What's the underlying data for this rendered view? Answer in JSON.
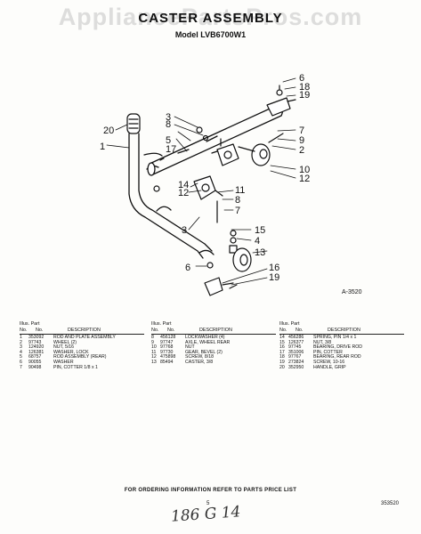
{
  "watermark": "AppliancePartsPros.com",
  "title": "CASTER ASSEMBLY",
  "model": "Model LVB6700W1",
  "drawing_id": "A-3520",
  "callouts": [
    "1",
    "2",
    "3",
    "4",
    "5",
    "6",
    "7",
    "8",
    "9",
    "10",
    "11",
    "12",
    "13",
    "14",
    "15",
    "16",
    "17",
    "18",
    "19",
    "20"
  ],
  "table": {
    "hdr1": "Illus. Part",
    "hdr_no": "No.",
    "hdr_part": "No.",
    "hdr_desc": "DESCRIPTION",
    "columns": [
      [
        {
          "no": "1",
          "part": "353092",
          "desc": "ROD AND PLATE ASSEMBLY"
        },
        {
          "no": "2",
          "part": "97743",
          "desc": "WHEEL (2)"
        },
        {
          "no": "3",
          "part": "124920",
          "desc": "NUT, 5/16"
        },
        {
          "no": "4",
          "part": "126381",
          "desc": "WASHER, LOCK"
        },
        {
          "no": "5",
          "part": "68757",
          "desc": "ROD ASSEMBLY (REAR)"
        },
        {
          "no": "6",
          "part": "90055",
          "desc": "WASHER"
        },
        {
          "no": "7",
          "part": "90498",
          "desc": "PIN, COTTER 1/8 x 1"
        }
      ],
      [
        {
          "no": "8",
          "part": "456128",
          "desc": "LOCKWASHER (4)"
        },
        {
          "no": "9",
          "part": "97747",
          "desc": "AXLE, WHEEL REAR"
        },
        {
          "no": "10",
          "part": "97768",
          "desc": "NUT"
        },
        {
          "no": "11",
          "part": "97730",
          "desc": "GEAR, BEVEL (2)"
        },
        {
          "no": "12",
          "part": "475898",
          "desc": "SCREW, 8/18"
        },
        {
          "no": "13",
          "part": "85494",
          "desc": "CASTER, 3/8"
        }
      ],
      [
        {
          "no": "14",
          "part": "456286",
          "desc": "SPRING, PIN 1/4 x 1"
        },
        {
          "no": "15",
          "part": "126377",
          "desc": "NUT, 3/8"
        },
        {
          "no": "16",
          "part": "97745",
          "desc": "BEARING, DRIVE ROD"
        },
        {
          "no": "17",
          "part": "351006",
          "desc": "PIN, COTTER"
        },
        {
          "no": "18",
          "part": "97767",
          "desc": "BEARING, REAR ROD"
        },
        {
          "no": "19",
          "part": "273824",
          "desc": "SCREW, 10-16"
        },
        {
          "no": "20",
          "part": "352950",
          "desc": "HANDLE, GRIP"
        }
      ]
    ]
  },
  "order_note": "FOR ORDERING INFORMATION REFER TO PARTS PRICE LIST",
  "page_number": "5",
  "doc_number": "353520",
  "handwritten": "186 G 14"
}
